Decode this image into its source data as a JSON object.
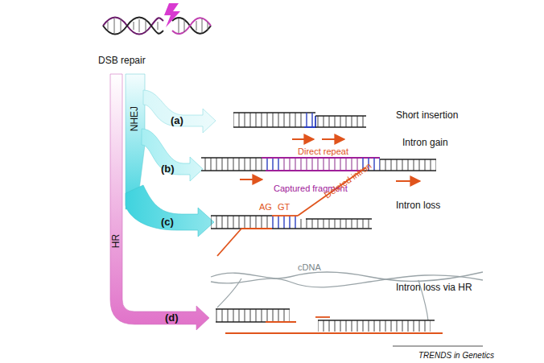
{
  "diagram": {
    "labels": [
      "DSB repair",
      "NHEJ",
      "HR",
      "(a)",
      "Short insertion",
      "Direct repeat",
      "(b)",
      "Intron gain",
      "Captured fragment",
      "(c)",
      "Intron loss",
      "AG",
      "GT",
      "Deleted intron",
      "(d)",
      "Intron loss via HR",
      "cDNA",
      "TRENDS in Genetics"
    ]
  }
}
